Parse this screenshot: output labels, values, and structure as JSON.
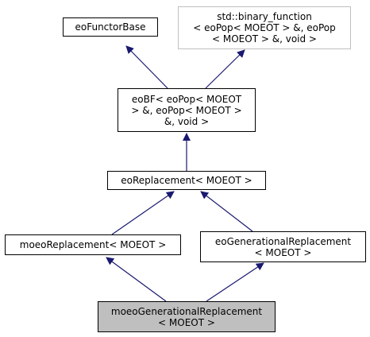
{
  "colors": {
    "edge": "#191970",
    "border": "#000000",
    "external_border": "#bfbfbf",
    "current_fill": "#bfbfbf"
  },
  "nodes": {
    "eoFunctorBase": {
      "lines": [
        "eoFunctorBase"
      ]
    },
    "binary_function": {
      "lines": [
        "std::binary_function",
        "< eoPop< MOEOT > &, eoPop",
        "< MOEOT > &, void >"
      ]
    },
    "eoBF": {
      "lines": [
        "eoBF< eoPop< MOEOT",
        "> &, eoPop< MOEOT >",
        "&, void >"
      ]
    },
    "eoReplacement": {
      "lines": [
        "eoReplacement< MOEOT >"
      ]
    },
    "moeoReplacement": {
      "lines": [
        "moeoReplacement< MOEOT >"
      ]
    },
    "eoGenerationalReplacement": {
      "lines": [
        "eoGenerationalReplacement",
        "< MOEOT >"
      ]
    },
    "moeoGenerationalReplacement": {
      "lines": [
        "moeoGenerationalReplacement",
        "< MOEOT >"
      ]
    }
  },
  "edges": [
    {
      "from": "eoBF",
      "to": "eoFunctorBase"
    },
    {
      "from": "eoBF",
      "to": "binary_function"
    },
    {
      "from": "eoReplacement",
      "to": "eoBF"
    },
    {
      "from": "moeoReplacement",
      "to": "eoReplacement"
    },
    {
      "from": "eoGenerationalReplacement",
      "to": "eoReplacement"
    },
    {
      "from": "moeoGenerationalReplacement",
      "to": "moeoReplacement"
    },
    {
      "from": "moeoGenerationalReplacement",
      "to": "eoGenerationalReplacement"
    }
  ]
}
